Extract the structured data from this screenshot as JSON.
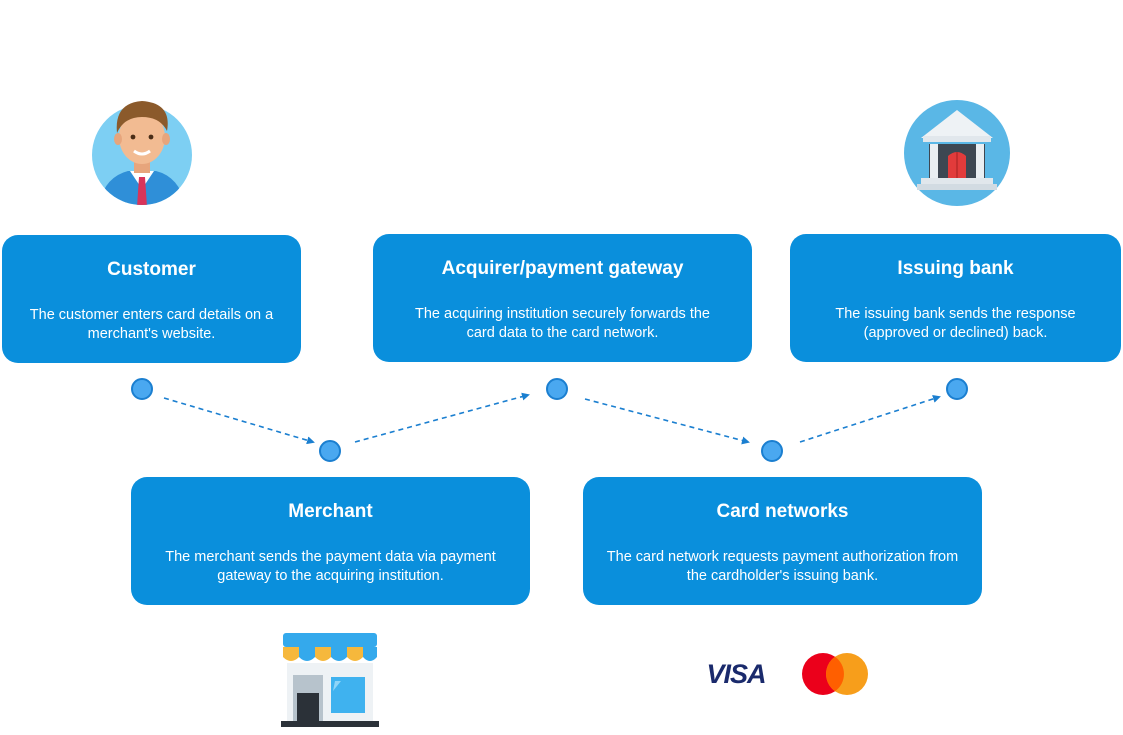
{
  "steps": {
    "customer": {
      "title": "Customer",
      "desc": "The customer enters card details on a merchant's website."
    },
    "acquirer": {
      "title": "Acquirer/payment gateway",
      "desc": "The acquiring institution securely forwards the card data to the card network."
    },
    "issuing": {
      "title": "Issuing bank",
      "desc": "The issuing bank sends the response (approved or declined) back."
    },
    "merchant": {
      "title": "Merchant",
      "desc": "The merchant sends the payment data via payment gateway to the acquiring institution."
    },
    "networks": {
      "title": "Card networks",
      "desc": "The card network requests payment authorization from the cardholder's issuing bank."
    }
  },
  "logos": {
    "visa": "VISA"
  },
  "icons": {
    "customer": "person-avatar-icon",
    "issuing": "bank-building-icon",
    "merchant": "storefront-icon",
    "visa": "visa-logo",
    "mastercard": "mastercard-logo"
  },
  "colors": {
    "card": "#0a8fdc",
    "node": "#4aa8f0",
    "arrow": "#1b7fd0",
    "avatar_bg": "#7dcff3",
    "bank_bg": "#5ab7e6"
  }
}
